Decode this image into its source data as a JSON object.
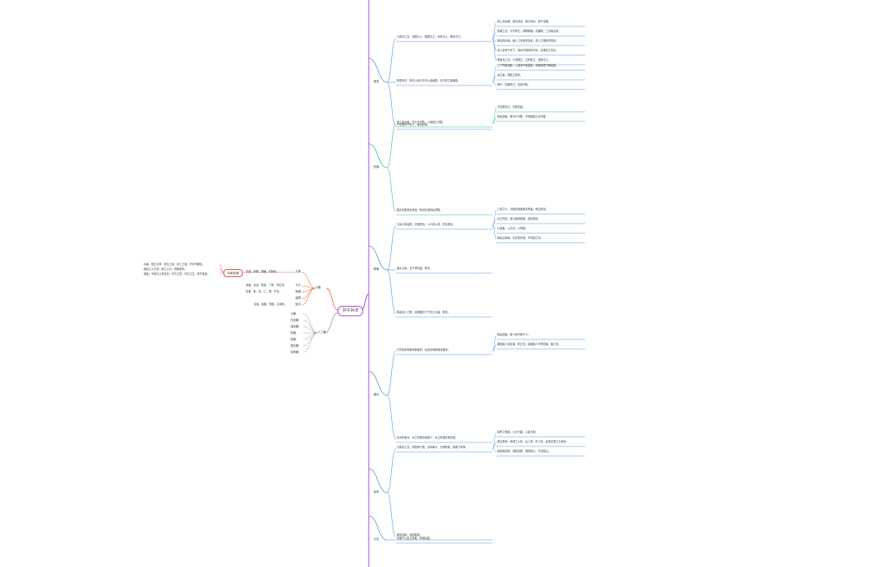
{
  "root": {
    "label": "孙子兵法"
  },
  "left_branch": {
    "label": "计篇",
    "children": [
      {
        "label": "五事"
      },
      {
        "label": "七计"
      },
      {
        "label": "诡道"
      },
      {
        "label": "庙算"
      },
      {
        "label": "结论"
      }
    ],
    "side_node": "兵者诡道",
    "side_notes": [
      "兵者，国之大事，死生之地，存亡之道，不可不察也。",
      "故经之以五事，校之以计，而索其情。",
      "道者，令民与上同意也，可与之死，可与之生，而不畏危。"
    ],
    "small_notes": [
      "天者，阴阳、寒暑、时制也。",
      "地者，远近、险易、广狭、死生也。",
      "将者，智、信、仁、勇、严也。",
      "法者，曲制、官道、主用也。"
    ]
  },
  "list_branch": {
    "label": "十三篇",
    "items": [
      "计篇",
      "作战篇",
      "谋攻篇",
      "形篇",
      "势篇",
      "虚实篇",
      "军争篇"
    ]
  },
  "right_branches": [
    {
      "label": "谋攻",
      "children": [
        {
          "label": "凡用兵之法，全国为上，破国次之；全军为上，破军次之。",
          "notes": [
            "故上兵伐谋，其次伐交，其次伐兵，其下攻城。",
            "攻城之法，为不得已。修橹轒辒，具器械，三月而后成。",
            "故善用兵者，屈人之兵而非战也，拔人之城而非攻也。",
            "必以全争于天下，故兵不顿而利可全，此谋攻之法也。",
            "故用兵之法，十则围之，五则攻之，倍则分之。"
          ]
        },
        {
          "label": "知胜有五：知可以战与不可以战者胜；识众寡之用者胜。",
          "notes": [
            "上下同欲者胜；以虞待不虞者胜；将能而君不御者胜。",
            "此五者，知胜之道也。",
            "故曰：知彼知己，百战不殆。"
          ]
        },
        {
          "label": "不知彼而不知己，每战必殆。",
          "notes": []
        }
      ]
    },
    {
      "label": "形篇",
      "children": [
        {
          "label": "昔之善战者，先为不可胜，以待敌之可胜。",
          "notes": [
            "不可胜在己，可胜在敌。",
            "故善战者，能为不可胜，不能使敌之必可胜。"
          ]
        },
        {
          "label": "胜兵先胜而后求战，败兵先战而后求胜。",
          "notes": []
        }
      ]
    },
    {
      "label": "势篇",
      "children": [
        {
          "label": "凡治众如治寡，分数是也；斗众如斗寡，形名是也。",
          "notes": [
            "三军之众，可使必受敌而无败者，奇正是也。",
            "兵之所加，如以碫投卵者，虚实是也。",
            "凡战者，以正合，以奇胜。",
            "故善出奇者，无穷如天地，不竭如江河。"
          ]
        },
        {
          "label": "激水之疾，至于漂石者，势也。",
          "notes": []
        },
        {
          "label": "故善战人之势，如转圆石于千仞之山者，势也。",
          "notes": []
        }
      ]
    },
    {
      "label": "虚实",
      "children": [
        {
          "label": "凡先处战地而待敌者佚，后处战地而趋战者劳。",
          "notes": [
            "故善战者，致人而不致于人。",
            "能使敌人自至者，利之也；能使敌人不得至者，害之也。"
          ]
        },
        {
          "label": "夫兵形象水，水之形避高而趋下，兵之形避实而击虚。",
          "notes": []
        }
      ]
    },
    {
      "label": "军争",
      "children": [
        {
          "label": "凡用兵之法，将受命于君，合军聚众，交和而舍，莫难于军争。",
          "notes": [
            "军争之难者，以迂为直，以患为利。",
            "故迂其途，而诱之以利，后人发，先人至，此知迂直之计者也。",
            "故其疾如风，其徐如林，侵掠如火，不动如山。"
          ]
        },
        {
          "label": "难知如阴，动如雷震。",
          "notes": []
        }
      ]
    },
    {
      "label": "九变",
      "children": [
        {
          "label": "将通于九变之利者，知用兵矣。",
          "notes": []
        }
      ]
    }
  ],
  "colors": {
    "root": "#a64bd9",
    "left": "#e8743b",
    "side": "#d9534f",
    "blue": "#4a90d9",
    "teal": "#2bb5a0",
    "purple": "#a64bd9"
  }
}
